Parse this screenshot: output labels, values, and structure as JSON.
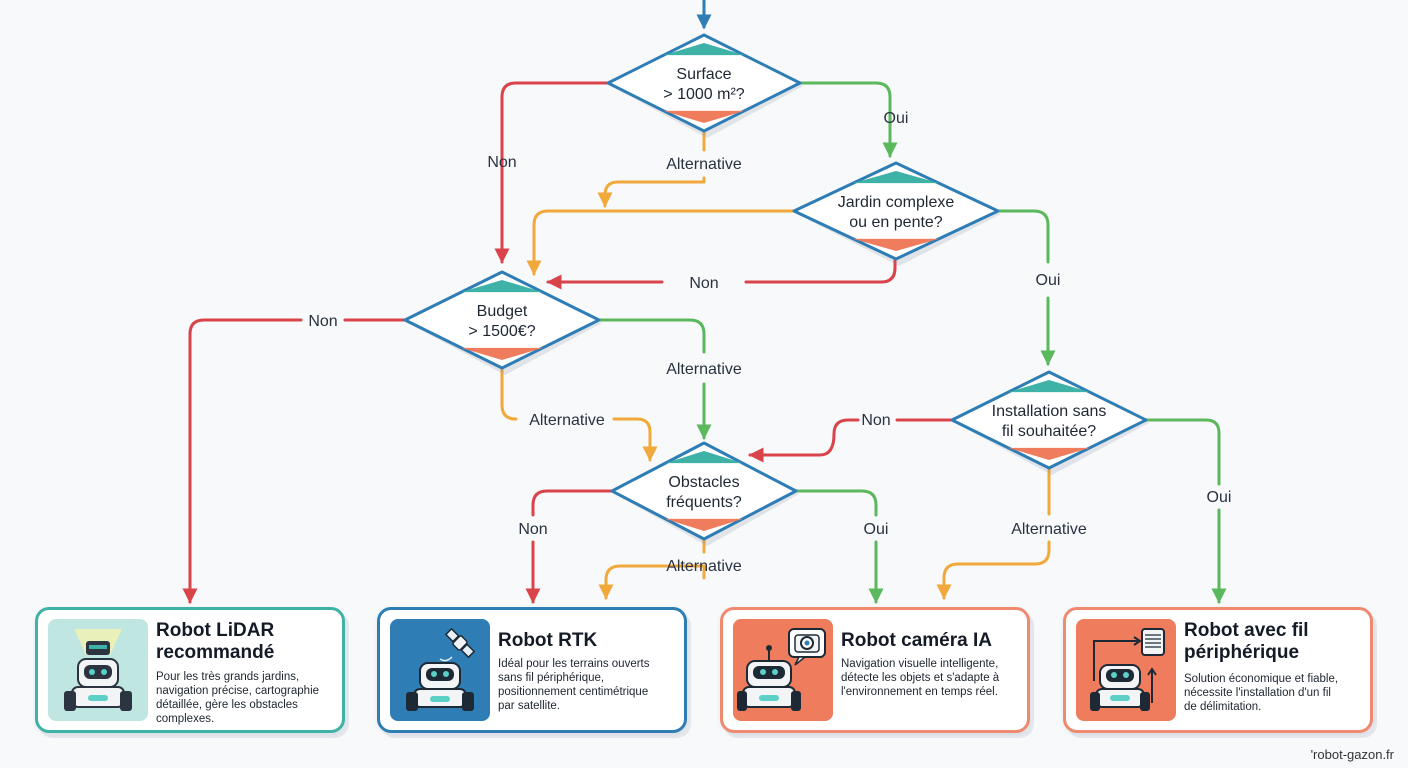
{
  "decisions": {
    "surface": [
      "Surface",
      "> 1000 m²?"
    ],
    "jardin": [
      "Jardin complexe",
      "ou en pente?"
    ],
    "budget": [
      "Budget",
      "> 1500€?"
    ],
    "installation": [
      "Installation sans",
      "fil souhaitée?"
    ],
    "obstacles": [
      "Obstacles",
      "fréquents?"
    ]
  },
  "edge_labels": {
    "surface_non": "Non",
    "surface_alt": "Alternative",
    "surface_oui": "Oui",
    "jardin_non": "Non",
    "jardin_oui": "Oui",
    "budget_non": "Non",
    "budget_alt_obstacles": "Alternative",
    "budget_alt_left": "Alternative",
    "install_non": "Non",
    "install_alt": "Alternative",
    "install_oui": "Oui",
    "obst_non": "Non",
    "obst_alt": "Alternative",
    "obst_oui": "Oui"
  },
  "cards": {
    "lidar": {
      "title": [
        "Robot LiDAR",
        "recommandé"
      ],
      "desc": [
        "Pour les très grands jardins,",
        "navigation précise, cartographie",
        "détaillée, gère les obstacles",
        "complexes."
      ],
      "border": "#3fb2a8",
      "tile": "#bfe6e0",
      "icon": "lidar-robot-icon"
    },
    "rtk": {
      "title": [
        "Robot RTK"
      ],
      "desc": [
        "Idéal pour les terrains ouverts",
        "sans fil périphérique,",
        "positionnement centimétrique",
        "par satellite."
      ],
      "border": "#2f7db5",
      "tile": "#2f7db5",
      "icon": "satellite-robot-icon"
    },
    "camera": {
      "title": [
        "Robot caméra IA"
      ],
      "desc": [
        "Navigation visuelle intelligente,",
        "détecte les objets et s'adapte à",
        "l'environnement en temps réel."
      ],
      "border": "#ef8a6e",
      "tile": "#f07c5e",
      "icon": "camera-robot-icon"
    },
    "fil": {
      "title": [
        "Robot avec fil",
        "périphérique"
      ],
      "desc": [
        "Solution économique et fiable,",
        "nécessite l'installation d'un fil",
        "de délimitation."
      ],
      "border": "#ef8a6e",
      "tile": "#f07c5e",
      "icon": "wire-spool-robot-icon"
    }
  },
  "footer": "'robot-gazon.fr",
  "colors": {
    "non": "#d9434a",
    "oui": "#5cb85c",
    "alternative": "#f2a93b",
    "entry": "#2f7db5",
    "diamond_stroke": "#2f7db5",
    "diamond_top": "#3fb2a8",
    "diamond_bottom": "#f07c5e"
  }
}
